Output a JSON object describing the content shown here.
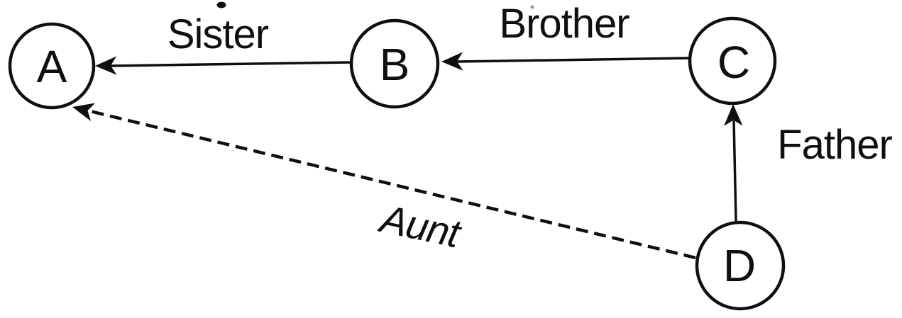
{
  "diagram": {
    "description": "Family relationship directed graph with four nodes",
    "colors": {
      "ink": "#0f0f0f",
      "background": "#ffffff"
    },
    "nodes": [
      {
        "id": "A",
        "label": "A"
      },
      {
        "id": "B",
        "label": "B"
      },
      {
        "id": "C",
        "label": "C"
      },
      {
        "id": "D",
        "label": "D"
      }
    ],
    "edges": [
      {
        "from": "B",
        "to": "A",
        "label": "Sister",
        "style": "solid"
      },
      {
        "from": "C",
        "to": "B",
        "label": "Brother",
        "style": "solid"
      },
      {
        "from": "D",
        "to": "C",
        "label": "Father",
        "style": "solid"
      },
      {
        "from": "D",
        "to": "A",
        "label": "Aunt",
        "style": "dashed"
      }
    ]
  }
}
